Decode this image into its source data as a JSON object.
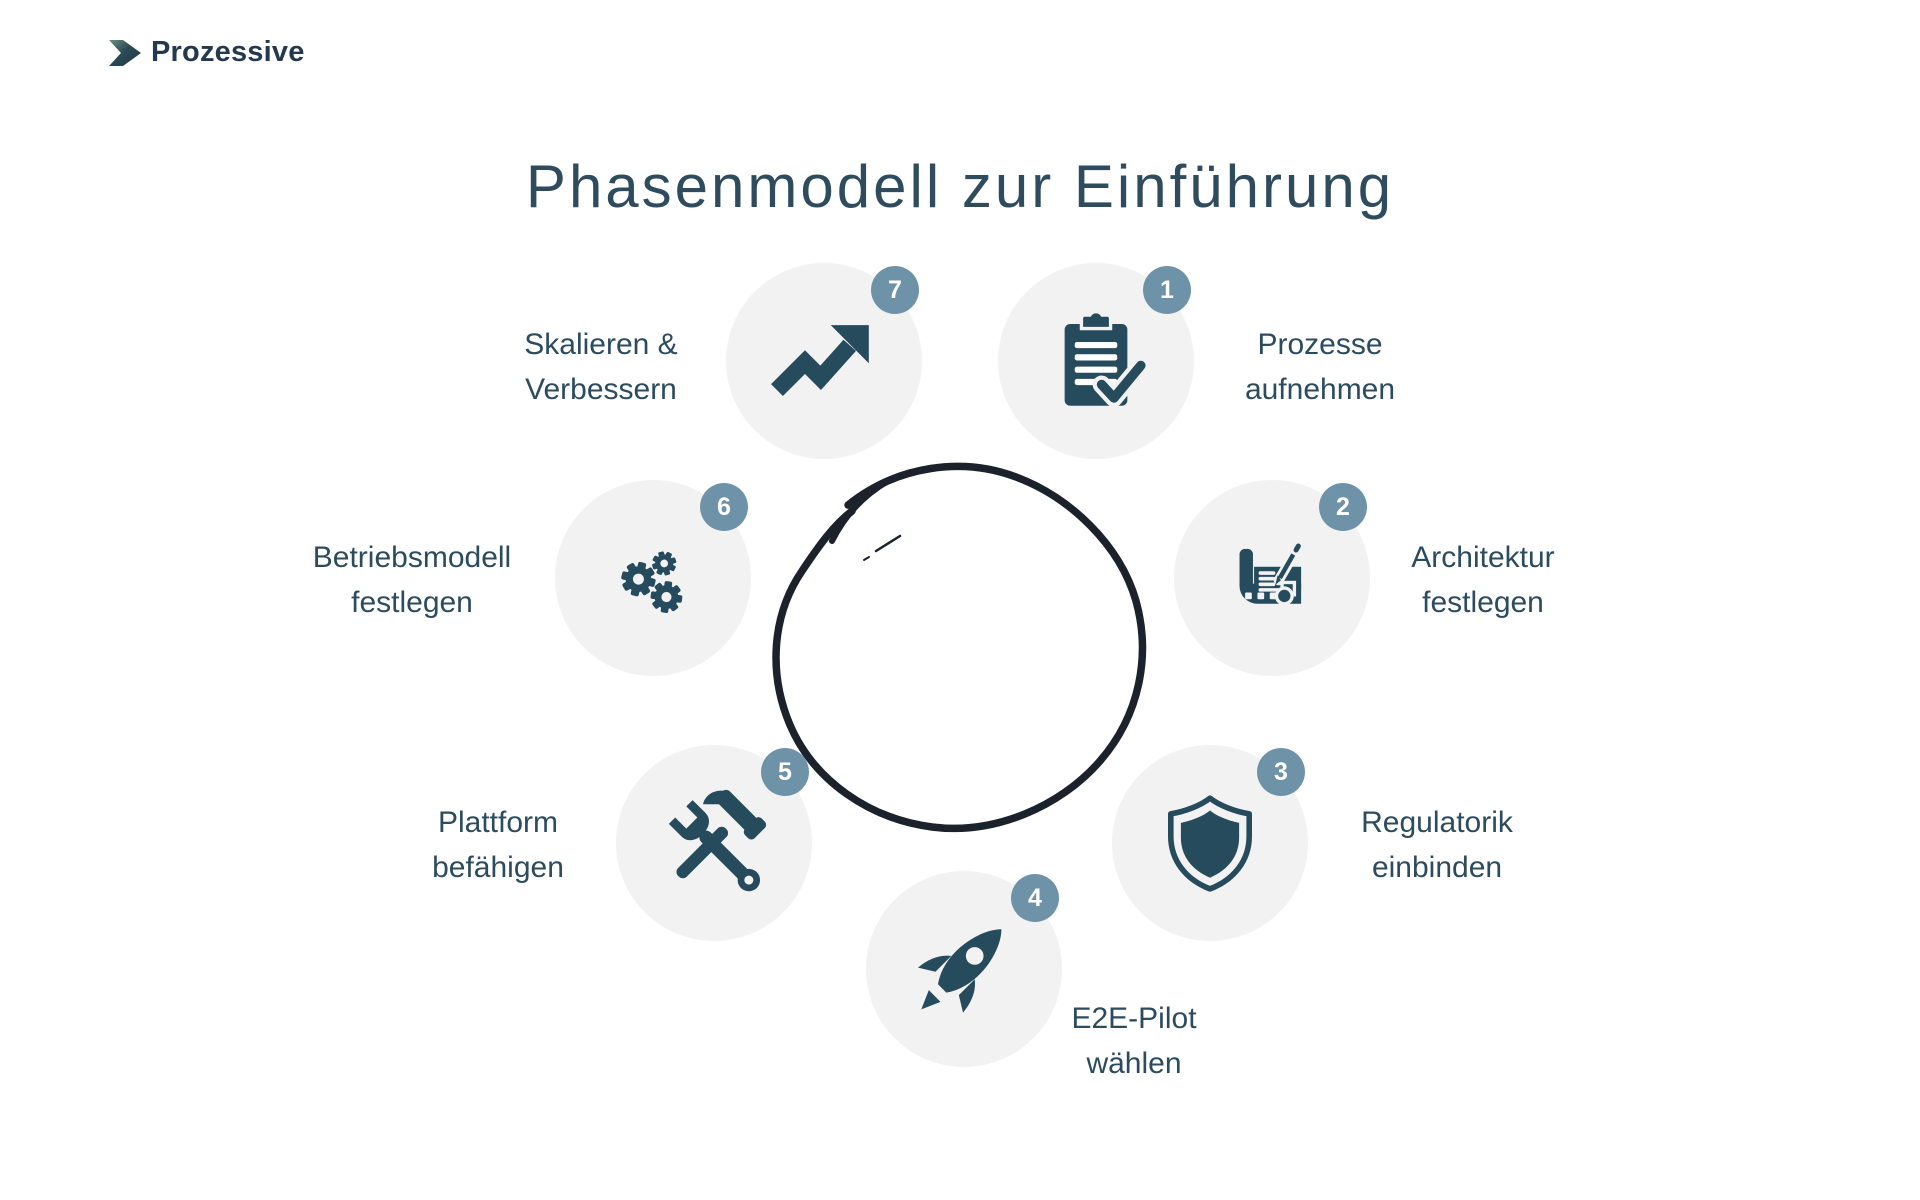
{
  "logo": {
    "text": "Prozessive",
    "icon": "chevron-right-icon",
    "color_green": "#6b927f",
    "color_navy": "#20384e"
  },
  "title": "Phasenmodell zur Einführung",
  "colors": {
    "icon_dark": "#264b5d",
    "badge_bg": "#6e93a9",
    "node_bg": "#f2f2f2",
    "text": "#2d4b5e",
    "title_text": "#2f4b5e",
    "sketch_stroke": "#1c222b",
    "background": "#ffffff"
  },
  "center": {
    "shape": "hand-drawn-circle"
  },
  "phases": [
    {
      "number": "1",
      "label_line1": "Prozesse",
      "label_line2": "aufnehmen",
      "icon": "clipboard-check-icon"
    },
    {
      "number": "2",
      "label_line1": "Architektur",
      "label_line2": "festlegen",
      "icon": "blueprint-pencil-icon"
    },
    {
      "number": "3",
      "label_line1": "Regulatorik",
      "label_line2": "einbinden",
      "icon": "shield-icon"
    },
    {
      "number": "4",
      "label_line1": "E2E-Pilot",
      "label_line2": "wählen",
      "icon": "rocket-icon"
    },
    {
      "number": "5",
      "label_line1": "Plattform",
      "label_line2": "befähigen",
      "icon": "hammer-wrench-icon"
    },
    {
      "number": "6",
      "label_line1": "Betriebsmodell",
      "label_line2": "festlegen",
      "icon": "gears-icon"
    },
    {
      "number": "7",
      "label_line1": "Skalieren &",
      "label_line2": "Verbessern",
      "icon": "trending-up-icon"
    }
  ]
}
